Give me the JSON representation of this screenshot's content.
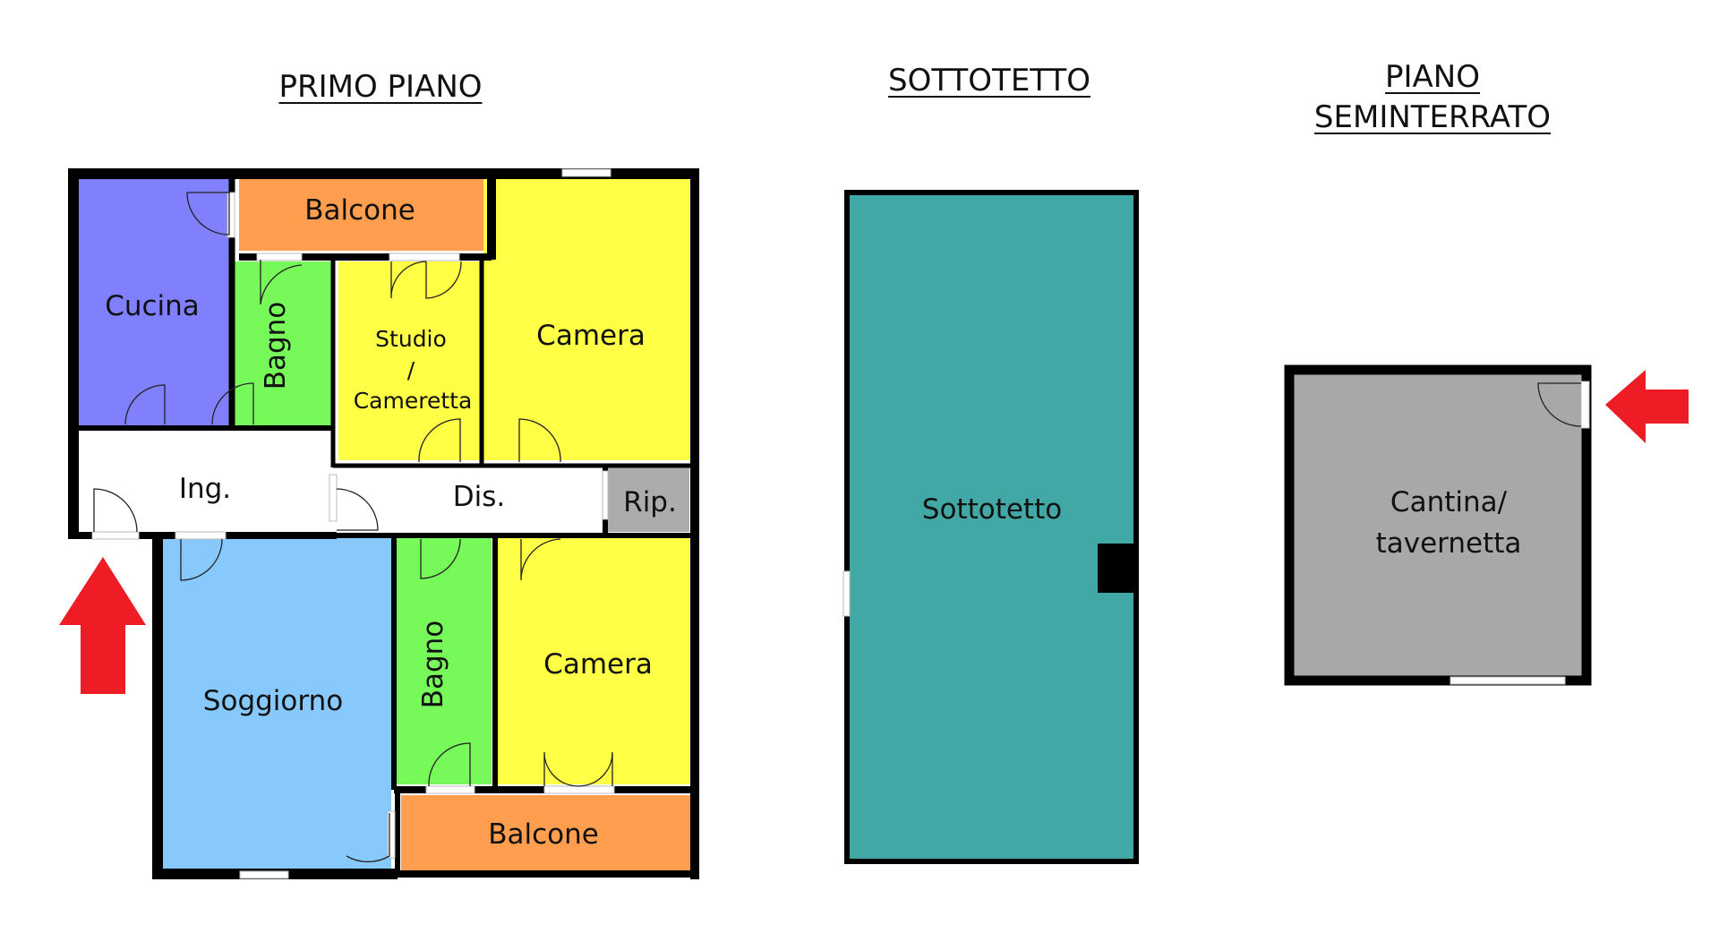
{
  "titles": {
    "primo_piano": "PRIMO PIANO",
    "sottotetto": "SOTTOTETTO",
    "seminterrato_line1": "PIANO",
    "seminterrato_line2": "SEMINTERRATO"
  },
  "primo_piano": {
    "balcone_top": "Balcone",
    "cucina": "Cucina",
    "bagno_top": "Bagno",
    "studio_line1": "Studio",
    "studio_line2": "/",
    "studio_line3": "Cameretta",
    "camera_top": "Camera",
    "ingresso": "Ing.",
    "disimpegno": "Dis.",
    "ripostiglio": "Rip.",
    "soggiorno": "Soggiorno",
    "bagno_bottom": "Bagno",
    "camera_bottom": "Camera",
    "balcone_bottom": "Balcone"
  },
  "sottotetto": {
    "room": "Sottotetto"
  },
  "seminterrato": {
    "line1": "Cantina/",
    "line2": "tavernetta"
  },
  "colors": {
    "cucina": "#8080fc",
    "balcone": "#ff9e4e",
    "bagno": "#78f95a",
    "camera": "#ffff46",
    "corridor": "#ffffff",
    "ripostiglio": "#acacac",
    "soggiorno": "#87c9fc",
    "sottotetto": "#42a8a5",
    "cantina": "#a8a8a8",
    "wall": "#000000",
    "arrow": "#ee1c25"
  }
}
